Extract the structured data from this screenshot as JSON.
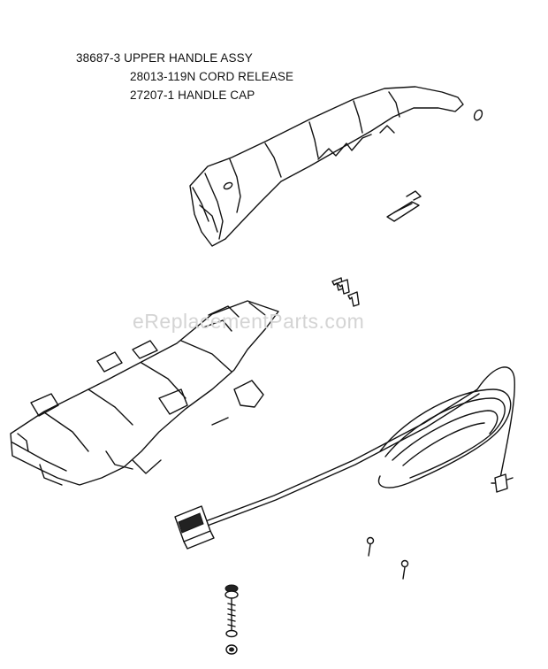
{
  "parts_list": [
    "38687-3 UPPER HANDLE ASSY",
    "28013-119N CORD RELEASE",
    "27207-1 HANDLE CAP"
  ],
  "watermark": "eReplacementParts.com"
}
